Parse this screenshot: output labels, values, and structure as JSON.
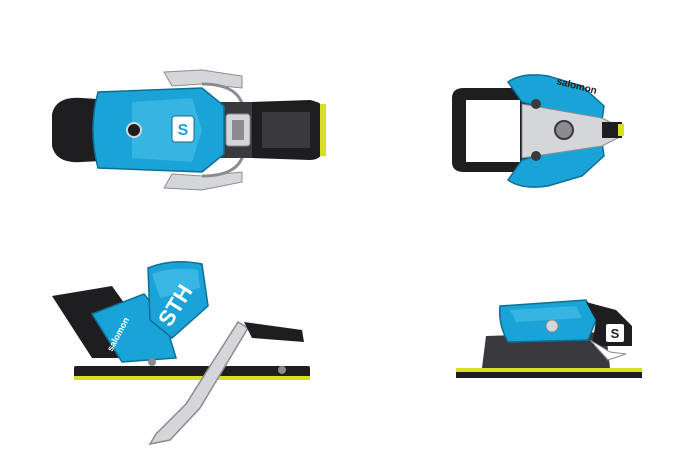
{
  "scene": {
    "colors": {
      "cyan": "#1aa3d6",
      "cyan_light": "#4fc3ec",
      "cyan_dark": "#0c6f98",
      "black": "#1e1e20",
      "charcoal": "#3a3a3e",
      "grey": "#8c8c90",
      "silver": "#d4d6da",
      "yellow": "#d9e021",
      "white": "#ffffff"
    },
    "views": {
      "top_left": {
        "brand": "S"
      },
      "top_right": {
        "brand": "salomon"
      },
      "bottom_left": {
        "brand": "salomon",
        "badge": "STH"
      },
      "bottom_right": {
        "brand": "S"
      }
    }
  }
}
